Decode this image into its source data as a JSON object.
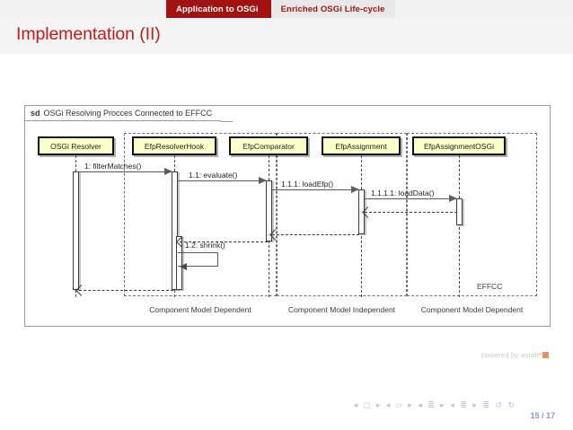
{
  "navbar": {
    "tabs": [
      {
        "label": "Application to OSGi",
        "state": "active"
      },
      {
        "label": "Enriched OSGi Life-cycle",
        "state": "inactive"
      }
    ],
    "active_bg": "#a11212",
    "inactive_bg": "#e8e8e8",
    "inactive_fg": "#9b1414"
  },
  "slide": {
    "title": "Implementation (II)",
    "title_color": "#c01c1c",
    "page_indicator": "15 / 17",
    "beamer_nav_glyphs": "◂ ◻ ▸  ◂ ▱ ▸  ◂ ≣ ▸  ◂ ≣ ▸   ≣   ↺ ↻"
  },
  "diagram": {
    "frame_kind": "sd",
    "frame_title": "OSGi Resolving Procces Connected to EFFCC",
    "lifelines": [
      {
        "name": "OSGi Resolver"
      },
      {
        "name": "EfpResolverHook"
      },
      {
        "name": "EfpComparator"
      },
      {
        "name": "EfpAssignment"
      },
      {
        "name": "EfpAssignmentOSGi"
      }
    ],
    "messages": [
      {
        "label": "1: filterMatches()",
        "kind": "call",
        "from": "OSGi Resolver",
        "to": "EfpResolverHook"
      },
      {
        "label": "1.1: evaluate()",
        "kind": "call",
        "from": "EfpResolverHook",
        "to": "EfpComparator"
      },
      {
        "label": "1.1.1: loadEfp()",
        "kind": "call",
        "from": "EfpComparator",
        "to": "EfpAssignment"
      },
      {
        "label": "1.1.1.1: loadData()",
        "kind": "call",
        "from": "EfpAssignment",
        "to": "EfpAssignmentOSGi"
      },
      {
        "label": "1.2: shrink()",
        "kind": "return",
        "from": "EfpComparator",
        "to": "EfpResolverHook"
      }
    ],
    "regions": [
      {
        "label": "Component Model Dependent"
      },
      {
        "label": "Component Model Independent"
      },
      {
        "label": "Component Model Dependent"
      }
    ],
    "effcc_label": "EFFCC",
    "lifeline_fill": "#ffffcc",
    "lifeline_border": "#111111"
  },
  "footer": {
    "powered_prefix": "powered by astah",
    "powered_star": "*"
  }
}
